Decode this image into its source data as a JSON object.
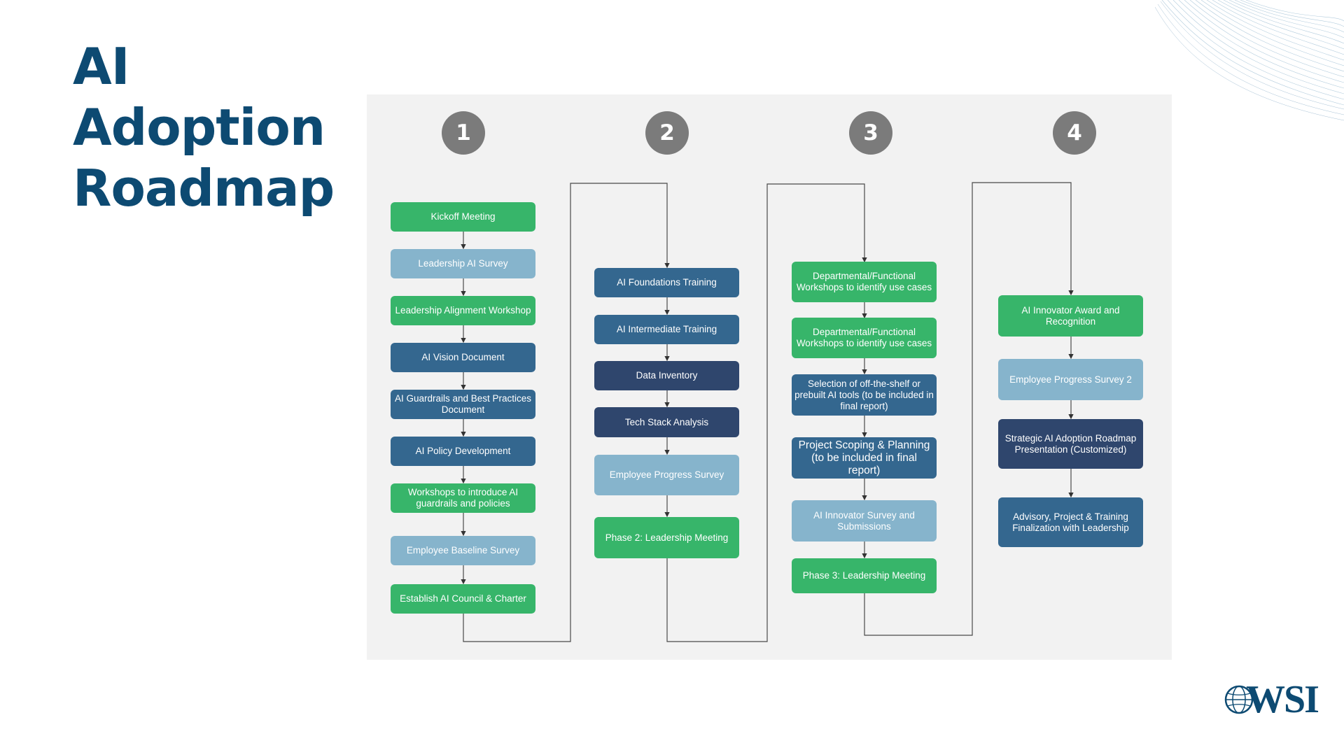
{
  "slide": {
    "title_lines": [
      "AI",
      "Adoption",
      "Roadmap"
    ]
  },
  "phases": [
    "1",
    "2",
    "3",
    "4"
  ],
  "columns": [
    {
      "nodes": [
        {
          "label": "Kickoff Meeting",
          "color": "#37b56a"
        },
        {
          "label": "Leadership AI Survey",
          "color": "#86b4cc"
        },
        {
          "label": "Leadership Alignment Workshop",
          "color": "#37b56a"
        },
        {
          "label": "AI Vision Document",
          "color": "#34678f"
        },
        {
          "label": "AI Guardrails and Best Practices Document",
          "color": "#34678f"
        },
        {
          "label": "AI Policy Development",
          "color": "#34678f"
        },
        {
          "label": "Workshops to introduce AI guardrails and policies",
          "color": "#37b56a"
        },
        {
          "label": "Employee Baseline Survey",
          "color": "#86b4cc"
        },
        {
          "label": "Establish AI Council & Charter",
          "color": "#37b56a"
        }
      ]
    },
    {
      "nodes": [
        {
          "label": "AI Foundations Training",
          "color": "#34678f"
        },
        {
          "label": "AI Intermediate Training",
          "color": "#34678f"
        },
        {
          "label": "Data Inventory",
          "color": "#2f466d"
        },
        {
          "label": "Tech Stack Analysis",
          "color": "#2f466d"
        },
        {
          "label": "Employee Progress Survey",
          "color": "#86b4cc"
        },
        {
          "label": "Phase 2: Leadership Meeting",
          "color": "#37b56a"
        }
      ]
    },
    {
      "nodes": [
        {
          "label": "Departmental/Functional Workshops to identify use cases",
          "color": "#37b56a"
        },
        {
          "label": "Departmental/Functional Workshops to identify use cases",
          "color": "#37b56a"
        },
        {
          "label": "Selection of off-the-shelf or prebuilt AI tools (to be included in final report)",
          "color": "#34678f"
        },
        {
          "label": "Project Scoping & Planning (to be included in final report)",
          "color": "#34678f"
        },
        {
          "label": "AI Innovator Survey and Submissions",
          "color": "#86b4cc"
        },
        {
          "label": "Phase 3: Leadership Meeting",
          "color": "#37b56a"
        }
      ]
    },
    {
      "nodes": [
        {
          "label": "AI Innovator Award and Recognition",
          "color": "#37b56a"
        },
        {
          "label": "Employee Progress Survey 2",
          "color": "#86b4cc"
        },
        {
          "label": "Strategic AI Adoption Roadmap Presentation (Customized)",
          "color": "#2f466d"
        },
        {
          "label": "Advisory, Project & Training Finalization with Leadership",
          "color": "#34678f"
        }
      ]
    }
  ],
  "logo": {
    "text": "WSI"
  }
}
